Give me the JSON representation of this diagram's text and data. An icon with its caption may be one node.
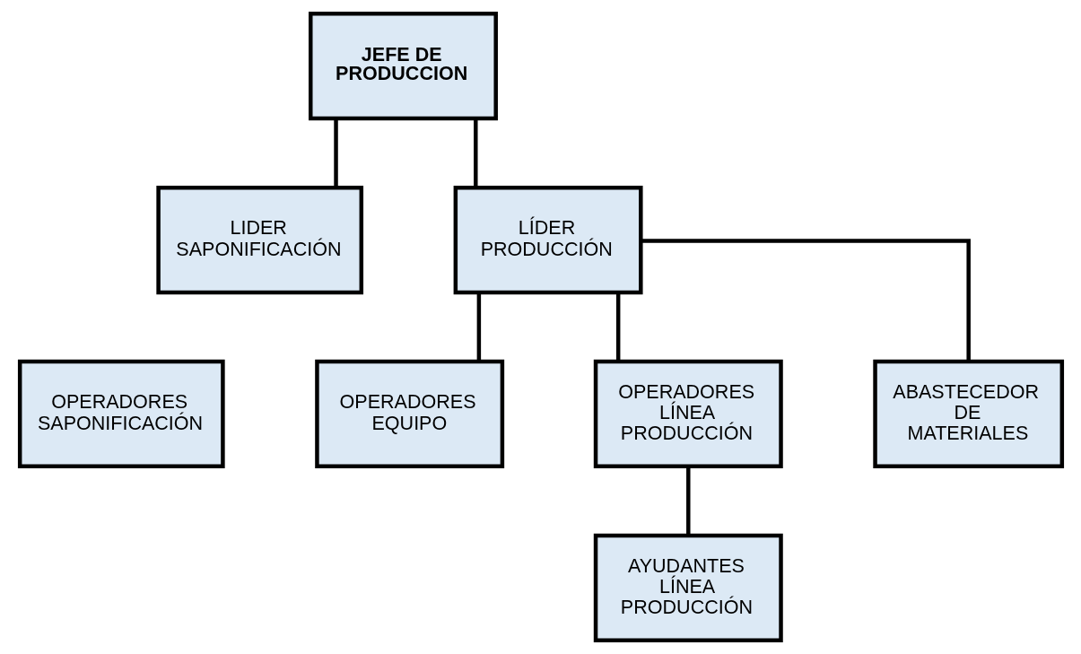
{
  "diagram": {
    "nodes": [
      {
        "text": [
          "JEFE DE PRODUCCION"
        ]
      },
      {
        "text": [
          "LIDER SAPONIFICACIÓN"
        ]
      },
      {
        "text": [
          "LÍDER PRODUCCIÓN"
        ]
      },
      {
        "text": [
          "OPERADORES SAPONIFICACIÓN"
        ]
      },
      {
        "text": [
          "OPERADORES EQUIPO"
        ]
      },
      {
        "text": [
          "OPERADORES LÍNEA PRODUCCIÓN"
        ]
      },
      {
        "text": [
          "ABASTECEDOR DE MATERIALES"
        ]
      },
      {
        "text": [
          "AYUDANTES LÍNEA PRODUCCIÓN"
        ]
      }
    ],
    "edges": [
      {
        "from": 0,
        "to": 1,
        "arrow": "none"
      },
      {
        "from": 0,
        "to": 2,
        "arrow": "none"
      },
      {
        "from": 2,
        "to": 4,
        "arrow": "none"
      },
      {
        "from": 2,
        "to": 5,
        "arrow": "none"
      },
      {
        "from": 2,
        "to": 6,
        "arrow": "none"
      },
      {
        "from": 5,
        "to": 7,
        "arrow": "none"
      }
    ]
  }
}
